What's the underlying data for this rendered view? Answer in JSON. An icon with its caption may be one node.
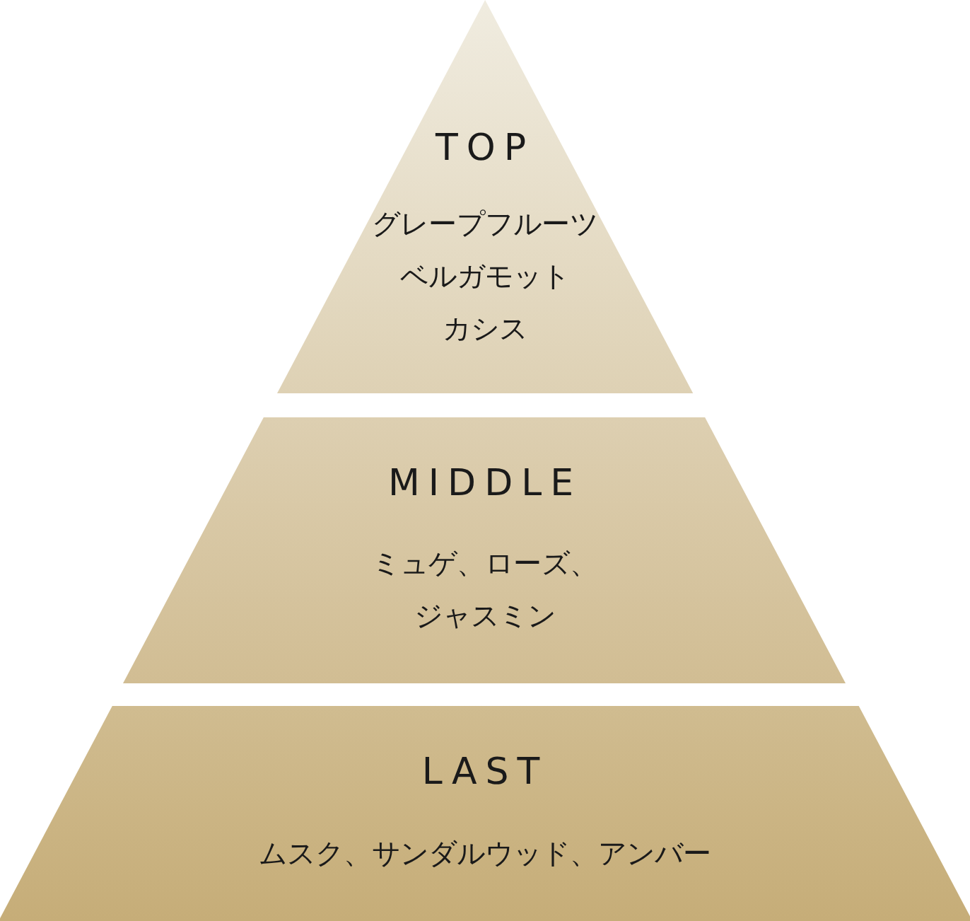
{
  "diagram": {
    "nodes": [
      {
        "text": [
          "TOP",
          "グレープフルーツ",
          "ベルガモット",
          "カシス"
        ]
      },
      {
        "text": [
          "MIDDLE",
          "ミュゲ、ローズ、ジャスミン"
        ]
      },
      {
        "text": [
          "LAST",
          "ムスク、サンダルウッド、アンバー"
        ]
      }
    ]
  }
}
